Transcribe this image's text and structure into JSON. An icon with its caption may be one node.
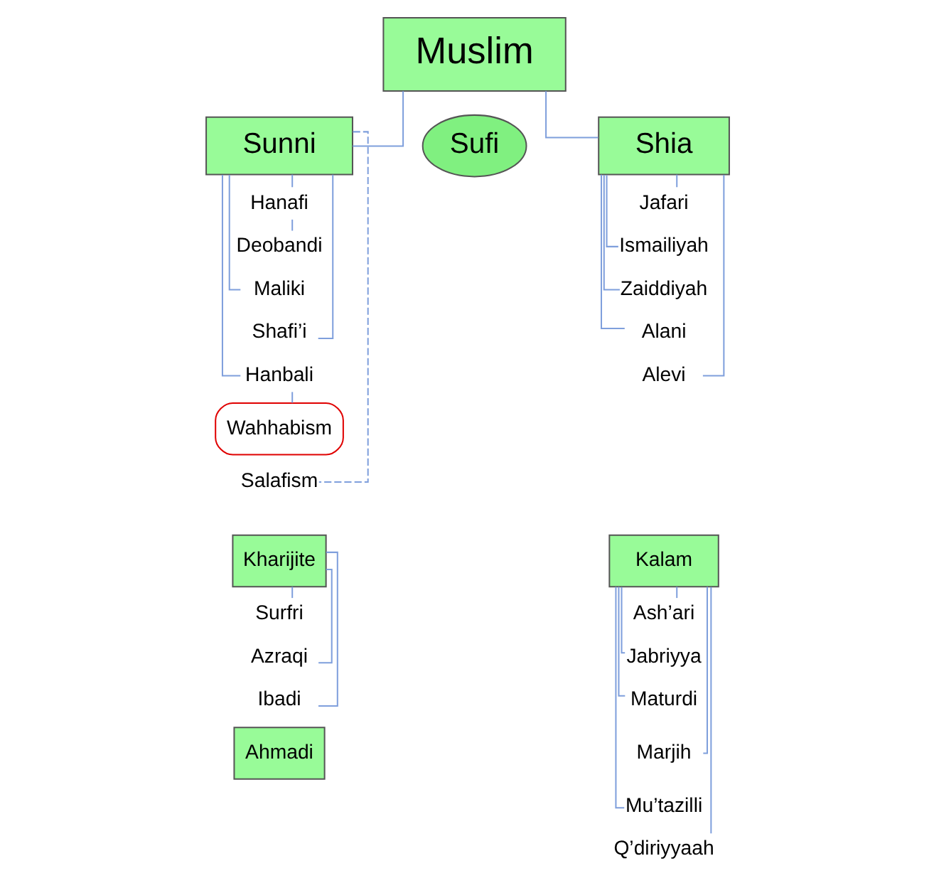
{
  "diagram": {
    "nodes": [
      {
        "text": [
          "Muslim"
        ]
      },
      {
        "text": [
          "Sunni"
        ]
      },
      {
        "text": [
          "Sufi"
        ]
      },
      {
        "text": [
          "Shia"
        ]
      },
      {
        "text": [
          "Hanafi"
        ]
      },
      {
        "text": [
          "Deobandi"
        ]
      },
      {
        "text": [
          "Maliki"
        ]
      },
      {
        "text": [
          "Shafi’i"
        ]
      },
      {
        "text": [
          "Hanbali"
        ]
      },
      {
        "text": [
          "Wahhabism"
        ]
      },
      {
        "text": [
          "Salafism"
        ]
      },
      {
        "text": [
          "Jafari"
        ]
      },
      {
        "text": [
          "Ismailiyah"
        ]
      },
      {
        "text": [
          "Zaiddiyah"
        ]
      },
      {
        "text": [
          "Alani"
        ]
      },
      {
        "text": [
          "Alevi"
        ]
      },
      {
        "text": [
          "Kharijite"
        ]
      },
      {
        "text": [
          "Surfri"
        ]
      },
      {
        "text": [
          "Azraqi"
        ]
      },
      {
        "text": [
          "Ibadi"
        ]
      },
      {
        "text": [
          "Ahmadi"
        ]
      },
      {
        "text": [
          "Kalam"
        ]
      },
      {
        "text": [
          "Ash’ari"
        ]
      },
      {
        "text": [
          "Jabriyya"
        ]
      },
      {
        "text": [
          "Maturdi"
        ]
      },
      {
        "text": [
          "Marjih"
        ]
      },
      {
        "text": [
          "Mu’tazilli"
        ]
      },
      {
        "text": [
          "Q’diriyyaah"
        ]
      }
    ],
    "edges": [
      {
        "from": 0,
        "to": 1,
        "arrow": "none"
      },
      {
        "from": 0,
        "to": 3,
        "arrow": "none"
      },
      {
        "from": 1,
        "to": 4,
        "arrow": "none"
      },
      {
        "from": 4,
        "to": 5,
        "arrow": "none"
      },
      {
        "from": 1,
        "to": 6,
        "arrow": "none"
      },
      {
        "from": 1,
        "to": 7,
        "arrow": "none"
      },
      {
        "from": 1,
        "to": 8,
        "arrow": "none"
      },
      {
        "from": 8,
        "to": 9,
        "arrow": "none"
      },
      {
        "from": 1,
        "to": 10,
        "arrow": "none",
        "style": "dashed"
      },
      {
        "from": 3,
        "to": 11,
        "arrow": "none"
      },
      {
        "from": 3,
        "to": 12,
        "arrow": "none"
      },
      {
        "from": 3,
        "to": 13,
        "arrow": "none"
      },
      {
        "from": 3,
        "to": 14,
        "arrow": "none"
      },
      {
        "from": 3,
        "to": 15,
        "arrow": "none"
      },
      {
        "from": 16,
        "to": 17,
        "arrow": "none"
      },
      {
        "from": 16,
        "to": 18,
        "arrow": "none"
      },
      {
        "from": 16,
        "to": 19,
        "arrow": "none"
      },
      {
        "from": 21,
        "to": 22,
        "arrow": "none"
      },
      {
        "from": 21,
        "to": 23,
        "arrow": "none"
      },
      {
        "from": 21,
        "to": 24,
        "arrow": "none"
      },
      {
        "from": 21,
        "to": 25,
        "arrow": "none"
      },
      {
        "from": 21,
        "to": 26,
        "arrow": "none"
      },
      {
        "from": 21,
        "to": 27,
        "arrow": "none"
      }
    ]
  }
}
